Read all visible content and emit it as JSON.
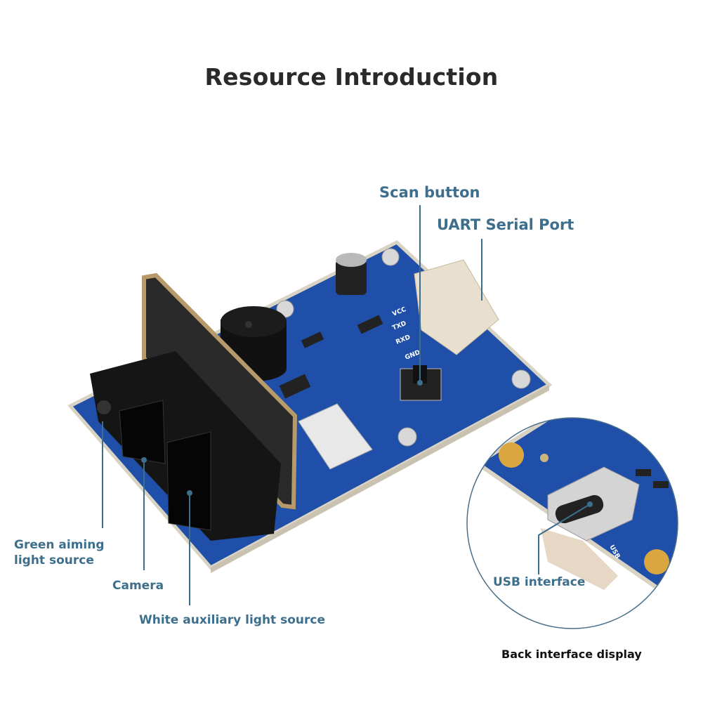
{
  "title": "Resource Introduction",
  "labels": {
    "scan_button": "Scan button",
    "uart": "UART Serial Port",
    "green_aiming": "Green aiming light source",
    "camera": "Camera",
    "white_light": "White auxiliary light source",
    "usb": "USB interface",
    "back_display": "Back interface display"
  },
  "silkscreen": {
    "vcc": "VCC",
    "txd": "TXD",
    "rxd": "RXD",
    "gnd": "GND",
    "usb": "USB"
  },
  "colors": {
    "label": "#3d6f8c",
    "pcb": "#1f4fa8",
    "title": "#2a2a28"
  }
}
